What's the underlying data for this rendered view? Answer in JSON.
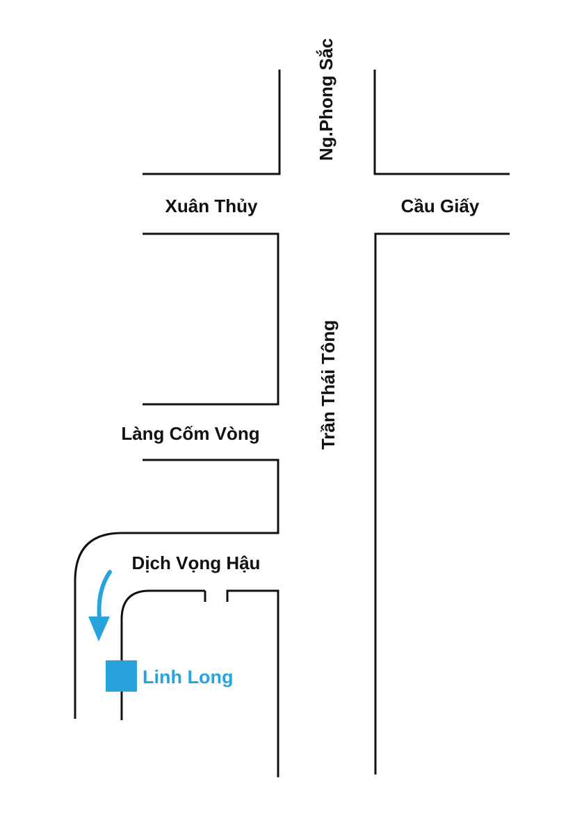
{
  "map": {
    "colors": {
      "road_line": "#111111",
      "accent": "#29a3dc",
      "background": "#ffffff"
    },
    "streets": {
      "ng_phong_sac": "Ng.Phong Sắc",
      "xuan_thuy": "Xuân Thủy",
      "cau_giay": "Cầu Giấy",
      "tran_thai_tong": "Trần Thái Tông",
      "lang_com_vong": "Làng Cốm Vòng",
      "dich_vong_hau": "Dịch Vọng Hậu"
    },
    "marker": {
      "label": "Linh Long",
      "icon": "location-square-icon",
      "direction_icon": "curved-arrow-down-icon"
    }
  }
}
